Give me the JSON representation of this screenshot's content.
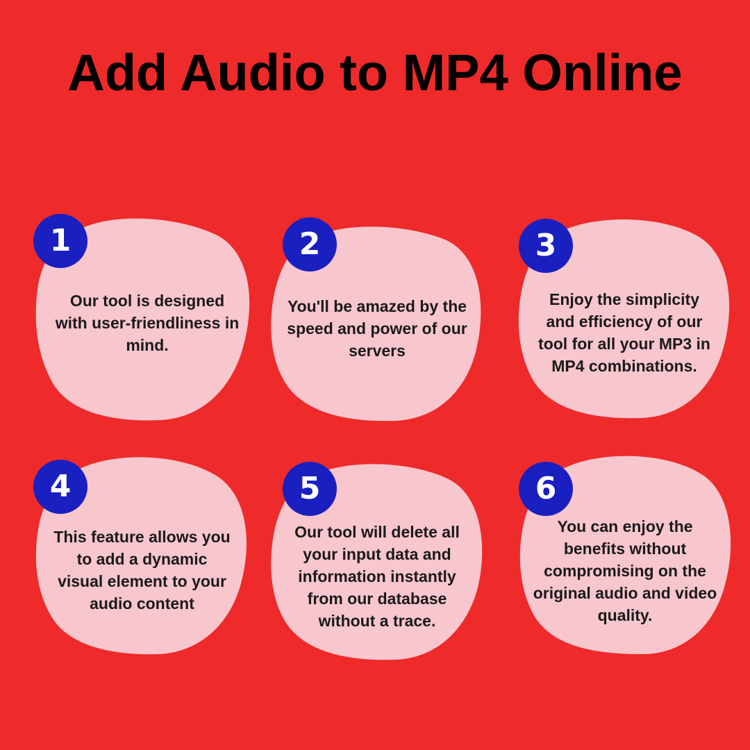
{
  "title": "Add Audio to MP4 Online",
  "colors": {
    "background": "#ee2a2a",
    "card": "#f8c6cd",
    "badge": "#1a1fc0",
    "text": "#000000"
  },
  "steps": [
    {
      "number": "1",
      "text": "Our tool is designed with user-friendliness in mind."
    },
    {
      "number": "2",
      "text": "You'll be amazed by the speed and power of our servers"
    },
    {
      "number": "3",
      "text": "Enjoy the simplicity and efficiency of our tool for all your MP3 in MP4 combinations."
    },
    {
      "number": "4",
      "text": "This feature allows you to add a dynamic visual element to your audio content"
    },
    {
      "number": "5",
      "text": "Our tool will delete all your input data and information instantly from our database without a trace."
    },
    {
      "number": "6",
      "text": "You can enjoy the benefits without compromising on the original audio and video quality."
    }
  ]
}
